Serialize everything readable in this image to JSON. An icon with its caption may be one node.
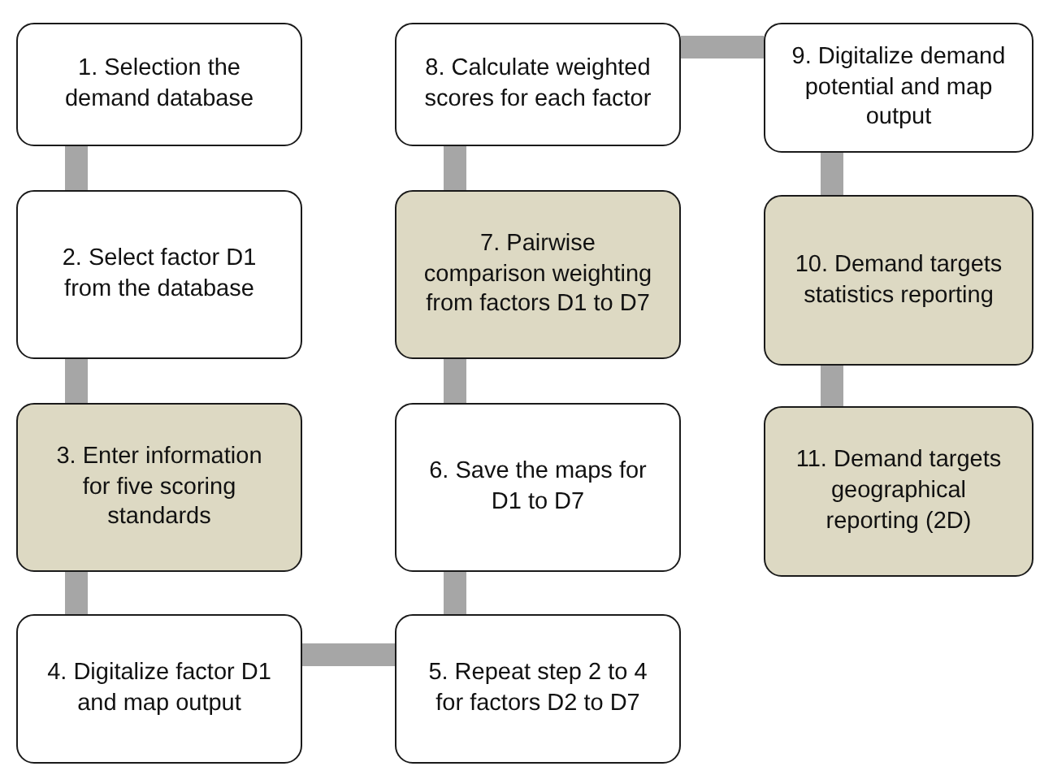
{
  "diagram": {
    "nodes": [
      {
        "text": [
          "1. Selection the demand database"
        ]
      },
      {
        "text": [
          "2. Select factor D1 from the database"
        ]
      },
      {
        "text": [
          "3. Enter information for five scoring standards"
        ]
      },
      {
        "text": [
          "4. Digitalize factor D1 and map output"
        ]
      },
      {
        "text": [
          "5. Repeat step 2 to 4 for factors D2 to D7"
        ]
      },
      {
        "text": [
          "6. Save the maps for D1 to D7"
        ]
      },
      {
        "text": [
          "7. Pairwise comparison weighting from factors D1 to D7"
        ]
      },
      {
        "text": [
          "8. Calculate weighted scores for each factor"
        ]
      },
      {
        "text": [
          "9. Digitalize demand potential and map output"
        ]
      },
      {
        "text": [
          "10. Demand targets statistics reporting"
        ]
      },
      {
        "text": [
          "11. Demand targets geographical reporting (2D)"
        ]
      }
    ],
    "edges": [
      {
        "from": 0,
        "to": 1,
        "arrow": "none"
      },
      {
        "from": 1,
        "to": 2,
        "arrow": "none"
      },
      {
        "from": 2,
        "to": 3,
        "arrow": "none"
      },
      {
        "from": 3,
        "to": 4,
        "arrow": "none"
      },
      {
        "from": 4,
        "to": 5,
        "arrow": "none"
      },
      {
        "from": 5,
        "to": 6,
        "arrow": "none"
      },
      {
        "from": 6,
        "to": 7,
        "arrow": "none"
      },
      {
        "from": 7,
        "to": 8,
        "arrow": "none"
      },
      {
        "from": 8,
        "to": 9,
        "arrow": "none"
      },
      {
        "from": 9,
        "to": 10,
        "arrow": "none"
      }
    ]
  }
}
